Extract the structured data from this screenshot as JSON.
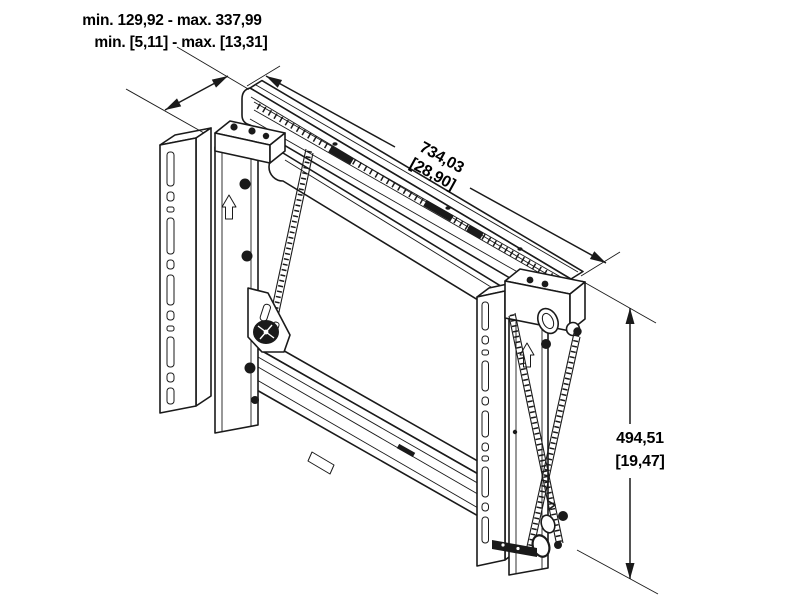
{
  "diagram": {
    "description": "isometric technical line drawing of a pop-out video wall mount with wall rails, frame beams and scissor arms"
  },
  "annotations": {
    "depth_line1": "min. 129,92 - max. 337,99",
    "depth_line2": "min. [5,11] - max. [13,31]",
    "width_mm": "734,03",
    "width_in": "[28,90]",
    "height_mm": "494,51",
    "height_in": "[19,47]"
  },
  "colors": {
    "line": "#1a1a1a",
    "text": "#000000",
    "background": "#ffffff"
  }
}
